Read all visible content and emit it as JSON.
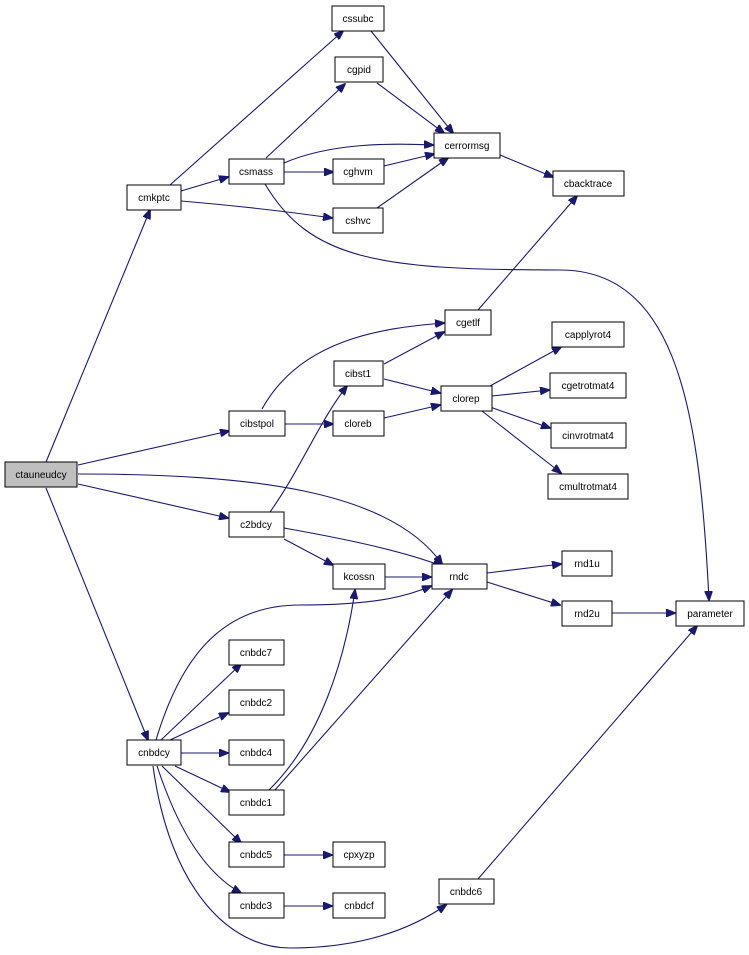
{
  "colors": {
    "edge": "#191970",
    "node_fill": "#ffffff",
    "root_fill": "#bfbfbf",
    "border": "#000000"
  },
  "nodes": {
    "ctauneudcy": "ctauneudcy",
    "cmkptc": "cmkptc",
    "cssubc": "cssubc",
    "cgpid": "cgpid",
    "csmass": "csmass",
    "cghvm": "cghvm",
    "cshvc": "cshvc",
    "cerrormsg": "cerrormsg",
    "cbacktrace": "cbacktrace",
    "cgetlf": "cgetlf",
    "cibst1": "cibst1",
    "cibstpol": "cibstpol",
    "cloreb": "cloreb",
    "clorep": "clorep",
    "capplyrot4": "capplyrot4",
    "cgetrotmat4": "cgetrotmat4",
    "cinvrotmat4": "cinvrotmat4",
    "cmultrotmat4": "cmultrotmat4",
    "c2bdcy": "c2bdcy",
    "kcossn": "kcossn",
    "rndc": "rndc",
    "rnd1u": "rnd1u",
    "rnd2u": "rnd2u",
    "parameter": "parameter",
    "cnbdc7": "cnbdc7",
    "cnbdc2": "cnbdc2",
    "cnbdc4": "cnbdc4",
    "cnbdcy": "cnbdcy",
    "cnbdc1": "cnbdc1",
    "cnbdc5": "cnbdc5",
    "cpxyzp": "cpxyzp",
    "cnbdc3": "cnbdc3",
    "cnbdcf": "cnbdcf",
    "cnbdc6": "cnbdc6"
  },
  "edges": [
    [
      "ctauneudcy",
      "cmkptc"
    ],
    [
      "ctauneudcy",
      "cibstpol"
    ],
    [
      "ctauneudcy",
      "rndc"
    ],
    [
      "ctauneudcy",
      "c2bdcy"
    ],
    [
      "ctauneudcy",
      "cnbdcy"
    ],
    [
      "cmkptc",
      "cssubc"
    ],
    [
      "cmkptc",
      "csmass"
    ],
    [
      "cmkptc",
      "cshvc"
    ],
    [
      "cssubc",
      "cerrormsg"
    ],
    [
      "cgpid",
      "cerrormsg"
    ],
    [
      "csmass",
      "cgpid"
    ],
    [
      "csmass",
      "cerrormsg"
    ],
    [
      "csmass",
      "cghvm"
    ],
    [
      "csmass",
      "parameter"
    ],
    [
      "cghvm",
      "cerrormsg"
    ],
    [
      "cshvc",
      "cerrormsg"
    ],
    [
      "cerrormsg",
      "cbacktrace"
    ],
    [
      "cgetlf",
      "cbacktrace"
    ],
    [
      "cibstpol",
      "cgetlf"
    ],
    [
      "cibstpol",
      "cloreb"
    ],
    [
      "cibst1",
      "cgetlf"
    ],
    [
      "cibst1",
      "clorep"
    ],
    [
      "cloreb",
      "clorep"
    ],
    [
      "clorep",
      "capplyrot4"
    ],
    [
      "clorep",
      "cgetrotmat4"
    ],
    [
      "clorep",
      "cinvrotmat4"
    ],
    [
      "clorep",
      "cmultrotmat4"
    ],
    [
      "c2bdcy",
      "cibst1"
    ],
    [
      "c2bdcy",
      "rndc"
    ],
    [
      "c2bdcy",
      "kcossn"
    ],
    [
      "kcossn",
      "rndc"
    ],
    [
      "rndc",
      "rnd1u"
    ],
    [
      "rndc",
      "rnd2u"
    ],
    [
      "rnd2u",
      "parameter"
    ],
    [
      "cnbdcy",
      "rndc"
    ],
    [
      "cnbdcy",
      "cnbdc7"
    ],
    [
      "cnbdcy",
      "cnbdc2"
    ],
    [
      "cnbdcy",
      "cnbdc4"
    ],
    [
      "cnbdcy",
      "cnbdc1"
    ],
    [
      "cnbdcy",
      "cnbdc5"
    ],
    [
      "cnbdcy",
      "cnbdc3"
    ],
    [
      "cnbdcy",
      "cnbdc6"
    ],
    [
      "cnbdc1",
      "kcossn"
    ],
    [
      "cnbdc1",
      "rndc"
    ],
    [
      "cnbdc5",
      "cpxyzp"
    ],
    [
      "cnbdc3",
      "cnbdcf"
    ],
    [
      "cnbdc6",
      "parameter"
    ]
  ]
}
